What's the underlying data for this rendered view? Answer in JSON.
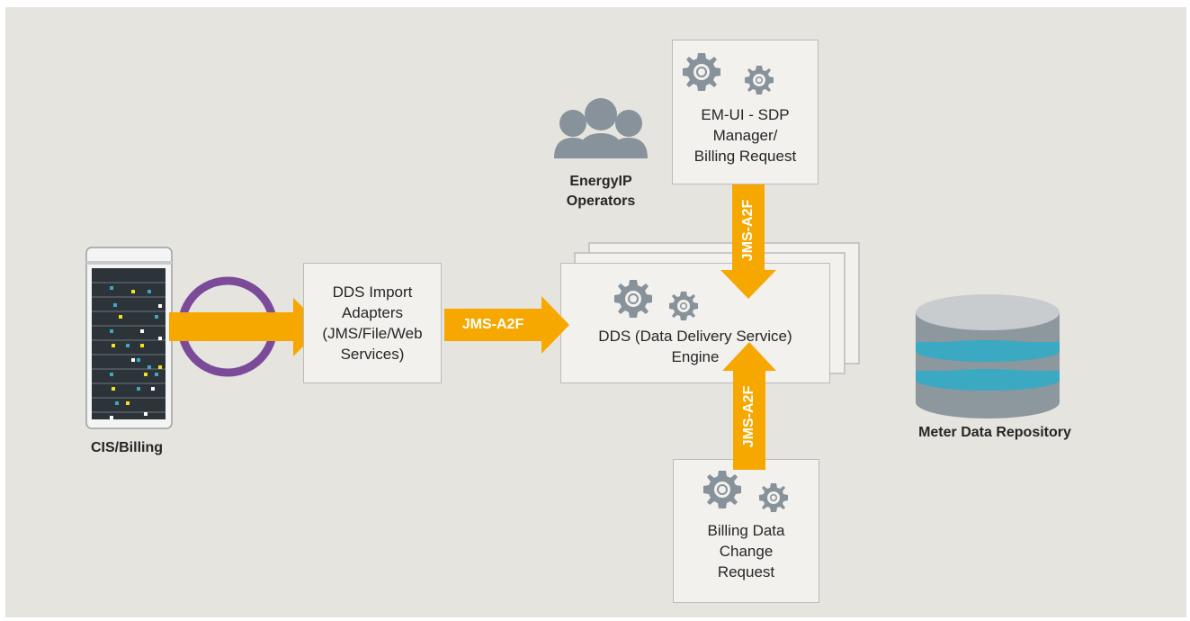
{
  "nodes": {
    "cis": "CIS/Billing",
    "operators_line1": "EnergyIP",
    "operators_line2": "Operators",
    "import_line1": "DDS Import",
    "import_line2": "Adapters",
    "import_line3": "(JMS/File/Web",
    "import_line4": "Services)",
    "engine_line1": "DDS (Data Delivery Service)",
    "engine_line2": "Engine",
    "emui_line1": "EM-UI - SDP",
    "emui_line2": "Manager/",
    "emui_line3": "Billing Request",
    "billing_line1": "Billing Data",
    "billing_line2": "Change",
    "billing_line3": "Request",
    "repository": "Meter Data Repository"
  },
  "edges": {
    "import_to_engine": "JMS-A2F",
    "emui_to_engine": "JMS-A2F",
    "billing_to_engine": "JMS-A2F"
  },
  "colors": {
    "arrow": "#f6a800",
    "ring": "#7b4a98",
    "background": "#e6e4df",
    "box": "#f2f1ee",
    "icon": "#87929a",
    "db_band": "#3aa9c1"
  }
}
